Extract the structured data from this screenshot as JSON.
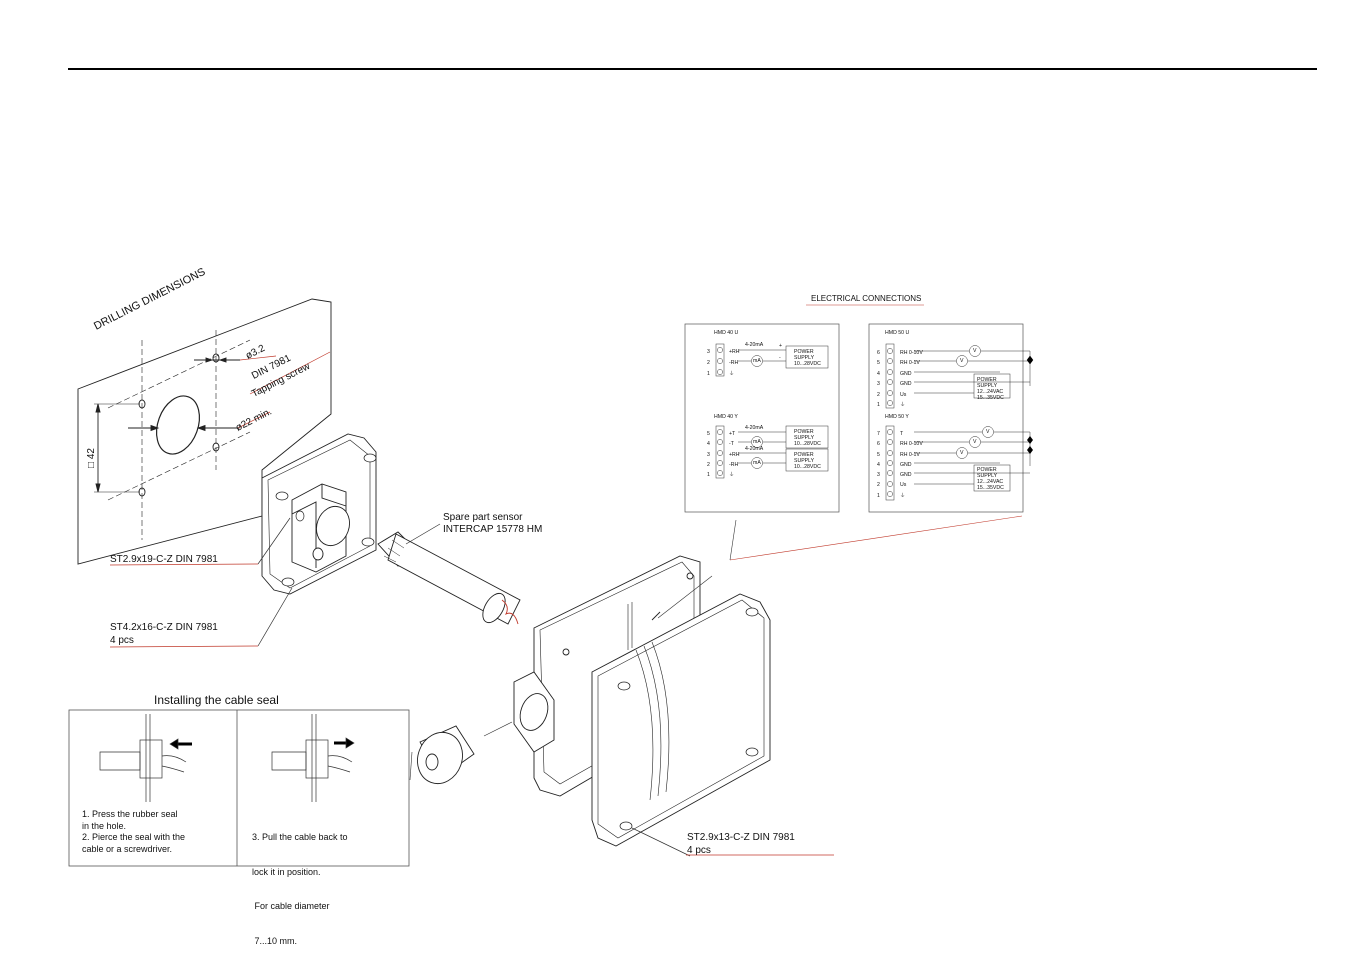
{
  "drilling": {
    "title": "DRILLING DIMENSIONS",
    "hole_small": "ø3.2",
    "din": "DIN 7981",
    "tapping": "Tapping screw",
    "hole_large": "ø22 min.",
    "square": "□ 42"
  },
  "callouts": {
    "screw_a": "ST2.9x19-C-Z  DIN 7981",
    "screw_b_line1": "ST4.2x16-C-Z  DIN 7981",
    "screw_b_line2": "4 pcs",
    "sensor_line1": "Spare part sensor",
    "sensor_line2": "INTERCAP  15778 HM",
    "screw_c_line1": "ST2.9x13-C-Z  DIN 7981",
    "screw_c_line2": "4 pcs"
  },
  "cable_seal": {
    "title": "Installing the cable seal",
    "left_step": [
      "1. Press the rubber seal",
      "in the hole.",
      "2. Pierce the seal with the",
      "cable or a screwdriver."
    ],
    "right_step": [
      "3. Pull the cable back to",
      "lock it in position.",
      " For cable diameter",
      " 7...10 mm."
    ]
  },
  "electrical": {
    "title": "ELECTRICAL CONNECTIONS",
    "hmd40u": {
      "model": "HMD 40 U",
      "terminals": [
        "3",
        "2",
        "1"
      ],
      "signals": [
        "+RH",
        "-RH",
        "⏚"
      ],
      "current": "4-20mA",
      "meter": "mA",
      "plus": "+",
      "minus": "-",
      "supply": [
        "POWER",
        "SUPPLY",
        "10...28VDC"
      ]
    },
    "hmd40y": {
      "model": "HMD 40 Y",
      "terminals": [
        "5",
        "4",
        "3",
        "2",
        "1"
      ],
      "signals": [
        "+T",
        "-T",
        "+RH",
        "-RH",
        "⏚"
      ],
      "current_a": "4-20mA",
      "current_b": "4-20mA",
      "meter": "mA",
      "supply": [
        "POWER",
        "SUPPLY",
        "10...28VDC"
      ]
    },
    "hmd50u": {
      "model": "HMD 50 U",
      "terminals": [
        "6",
        "5",
        "4",
        "3",
        "2",
        "1"
      ],
      "signals": [
        "RH 0-10V",
        "RH 0-1V",
        "GND",
        "GND",
        "Us",
        "⏚"
      ],
      "meter": "V",
      "supply": [
        "POWER",
        "SUPPLY",
        "12...24VAC",
        "15...35VDC"
      ]
    },
    "hmd50y": {
      "model": "HMD 50 Y",
      "terminals": [
        "7",
        "6",
        "5",
        "4",
        "3",
        "2",
        "1"
      ],
      "signals": [
        "T",
        "RH 0-10V",
        "RH 0-1V",
        "GND",
        "GND",
        "Us",
        "⏚"
      ],
      "meter": "V",
      "supply": [
        "POWER",
        "SUPPLY",
        "12...24VAC",
        "15...35VDC"
      ]
    }
  },
  "colors": {
    "ink": "#111111",
    "leader_red": "#c0392b"
  }
}
